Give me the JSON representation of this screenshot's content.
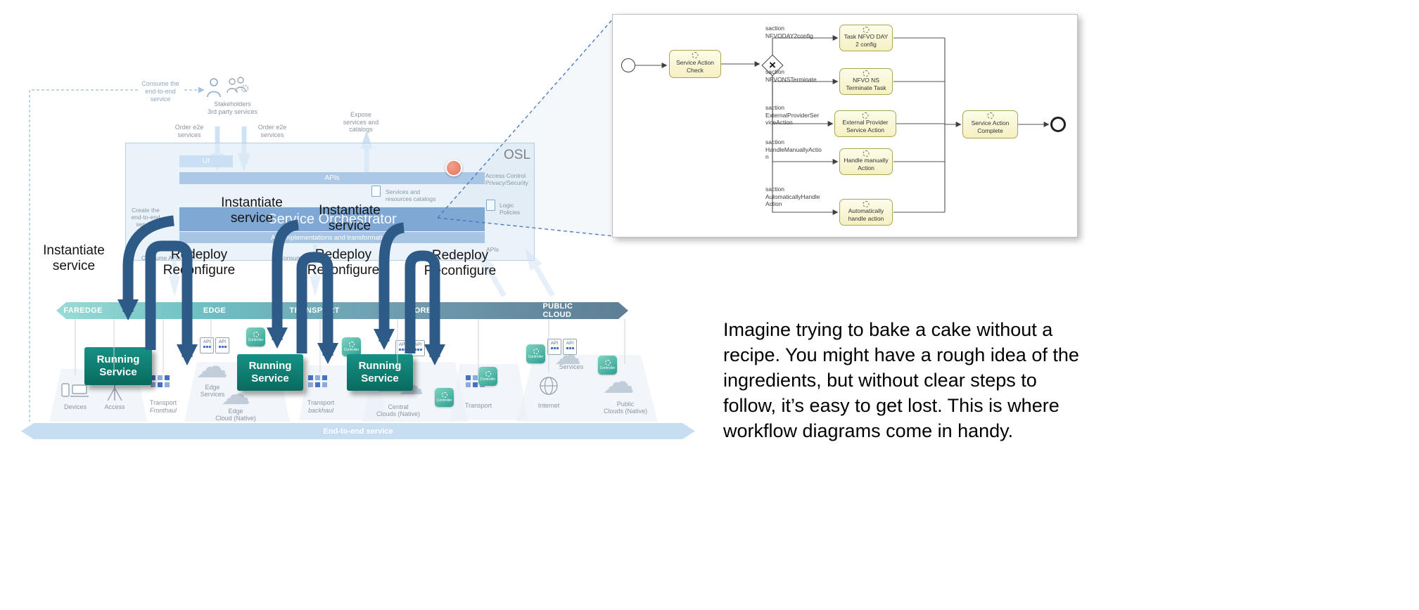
{
  "architecture": {
    "consume_label": "Consume the\nend-to-end\nservice",
    "stakeholders_label": "Stakeholders\n3rd party services",
    "order_left": "Order e2e\nservices",
    "order_right": "Order e2e\nservices",
    "expose_label": "Expose\nservices and\ncatalogs",
    "osl_title": "OSL",
    "ui_label": "UI",
    "apis_label": "APIs",
    "access_control": "Access Control\nPrivacy/Security",
    "services_catalogs": "Services and\nresources catalogs",
    "logic_policies": "Logic\nPolicies",
    "orchestrator_title": "Service Orchestrator",
    "api_impl": "API implementations and transformations",
    "create_label": "Create the\nend-to-end\nservice",
    "consume_apis_left": "Consume APIs",
    "consume_apis_mid": "Consume APIs",
    "apis_small": "APIs",
    "segments": [
      {
        "label": "FAREDGE"
      },
      {
        "label": "EDGE"
      },
      {
        "label": "TRANSPORT"
      },
      {
        "label": "CORE"
      },
      {
        "label": "PUBLIC CLOUD"
      }
    ],
    "annotations": {
      "instantiate_1": "Instantiate\nservice",
      "instantiate_2": "Instantiate\nservice",
      "instantiate_3": "Instantiate\nservice",
      "redeploy_1": "Redeploy\nReconfigure",
      "redeploy_2": "Redeploy\nReconfigure",
      "redeploy_3": "Redeploy\nReconfigure"
    },
    "running_services": [
      {
        "label": "Running\nService"
      },
      {
        "label": "Running\nService"
      },
      {
        "label": "Running\nService"
      }
    ],
    "infrastructure": [
      {
        "label": "Devices"
      },
      {
        "label": "Access"
      },
      {
        "label": "Transport",
        "sub": "Fronthaul"
      },
      {
        "label": "Edge\nServices"
      },
      {
        "label": "Edge\nCloud (Native)"
      },
      {
        "label": "Transport",
        "sub": "backhaul"
      },
      {
        "label": "Central\nClouds (Native)"
      },
      {
        "label": "Transport"
      },
      {
        "label": "Internet"
      },
      {
        "label": "Services"
      },
      {
        "label": "Public\nClouds (Native)"
      }
    ],
    "controller_label": "Controller",
    "api_box_label": "API",
    "e2e_bar_label": "End-to-end service",
    "colors": {
      "arrow_blue": "#2d5a87",
      "running_teal": "#0e7c72",
      "osl_fill": "#e0ecf8",
      "zoom_dash": "#4472c4"
    }
  },
  "workflow": {
    "tasks": {
      "check": "Service Action Check",
      "day2": "Task NFVO DAY 2 config",
      "terminate": "NFVO NS Terminate Task",
      "external": "External Provider Service Action",
      "manual": "Handle manually Action",
      "auto": "Automatically handle action",
      "complete": "Service Action Complete"
    },
    "branch_labels": {
      "day2": "saction\nNFVODAY2config",
      "terminate": "saction\nNFVONSTerminate",
      "external": "saction\nExternalProviderSer\nviceAction",
      "manual": "saction\nHandleManuallyActio\nn",
      "auto": "saction\nAutomaticallyHandle\nAction"
    }
  },
  "caption": "Imagine trying to bake a cake without a recipe. You might have a rough idea of the ingredients, but without clear steps to follow, it’s easy to get lost. This is where workflow diagrams come in handy."
}
